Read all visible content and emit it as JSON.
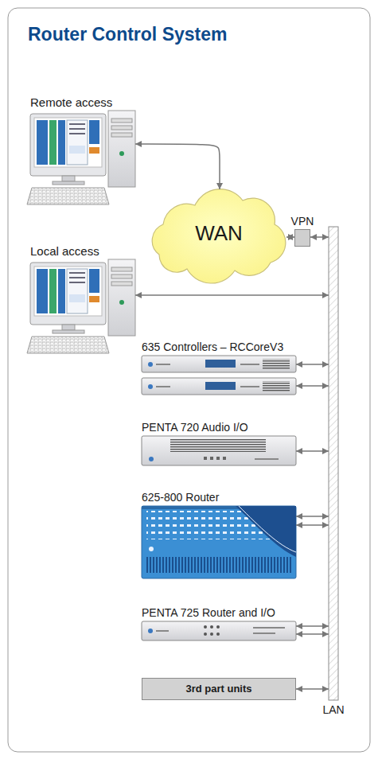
{
  "diagram": {
    "title": "Router Control System",
    "nodes": [
      {
        "text": [
          "Remote access"
        ]
      },
      {
        "text": [
          "WAN"
        ]
      },
      {
        "text": [
          "VPN"
        ]
      },
      {
        "text": [
          "Local access"
        ]
      },
      {
        "text": [
          "635 Controllers – RCCoreV3"
        ]
      },
      {
        "text": [
          "PENTA 720 Audio I/O"
        ]
      },
      {
        "text": [
          "625-800 Router"
        ]
      },
      {
        "text": [
          "PENTA 725 Router and I/O"
        ]
      },
      {
        "text": [
          "3rd part units"
        ]
      },
      {
        "text": [
          "LAN"
        ]
      }
    ],
    "edges": [
      {
        "from": 0,
        "to": 1,
        "arrow": "both"
      },
      {
        "from": 1,
        "to": 2,
        "arrow": "both"
      },
      {
        "from": 2,
        "to": 9,
        "arrow": "both"
      },
      {
        "from": 3,
        "to": 9,
        "arrow": "both"
      },
      {
        "from": 4,
        "to": 9,
        "arrow": "both"
      },
      {
        "from": 4,
        "to": 9,
        "arrow": "both"
      },
      {
        "from": 5,
        "to": 9,
        "arrow": "both"
      },
      {
        "from": 6,
        "to": 9,
        "arrow": "both"
      },
      {
        "from": 6,
        "to": 9,
        "arrow": "both"
      },
      {
        "from": 7,
        "to": 9,
        "arrow": "both"
      },
      {
        "from": 7,
        "to": 9,
        "arrow": "both"
      },
      {
        "from": 8,
        "to": 9,
        "arrow": "both"
      }
    ]
  }
}
